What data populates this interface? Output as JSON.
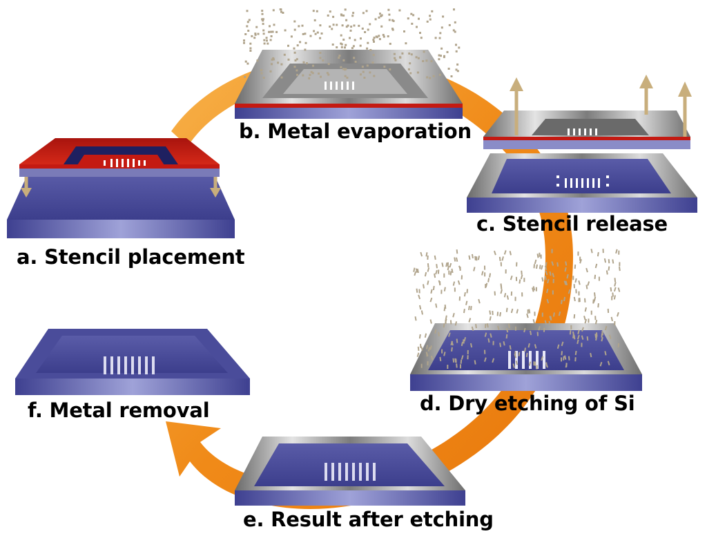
{
  "steps": {
    "a": "a. Stencil placement",
    "b": "b. Metal evaporation",
    "c": "c. Stencil release",
    "d": "d. Dry etching of Si",
    "e": "e. Result after etching",
    "f": "f. Metal removal"
  },
  "colors": {
    "arrow": "#f0921f",
    "substrate": "#4c4e9c",
    "stencil_red": "#c41a12",
    "metal_gray": "#9a9a9a",
    "particles": "#b0a48c"
  }
}
